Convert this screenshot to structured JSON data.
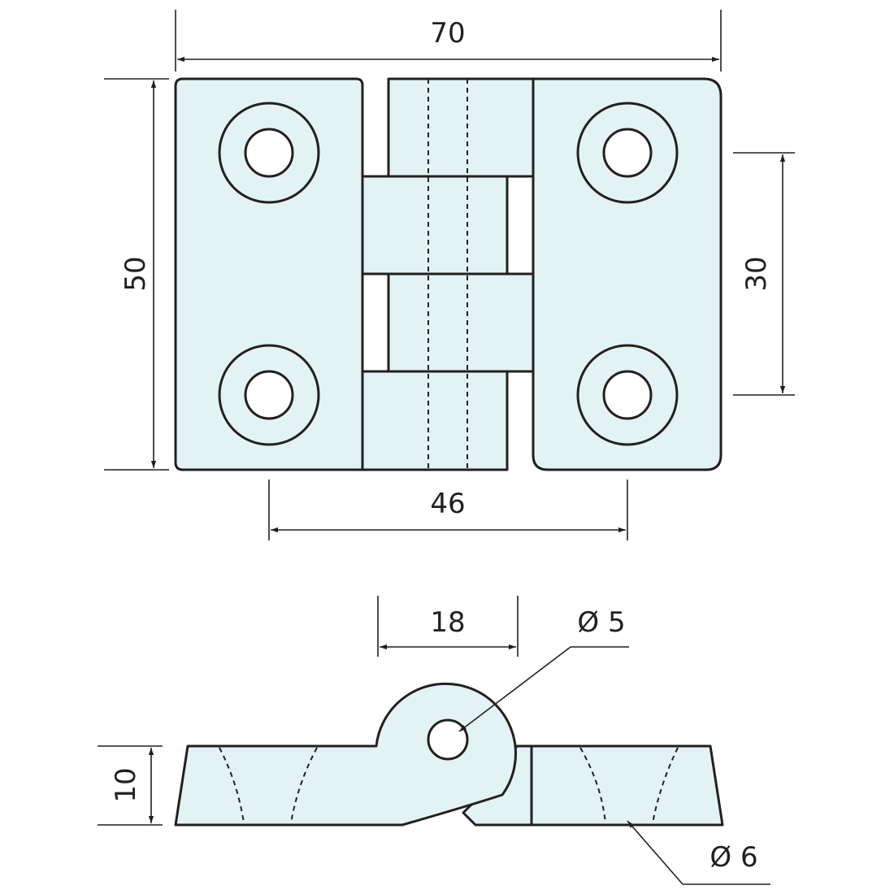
{
  "dimensions": {
    "overall_width": "70",
    "overall_height": "50",
    "hole_spacing_vertical": "30",
    "hole_spacing_horizontal": "46",
    "knuckle_diameter": "18",
    "pin_diameter": "Ø 5",
    "leaf_thickness": "10",
    "countersink_diameter": "Ø 6"
  },
  "colors": {
    "fill": "#e3f3f3",
    "line": "#231f20",
    "background": "#ffffff"
  }
}
